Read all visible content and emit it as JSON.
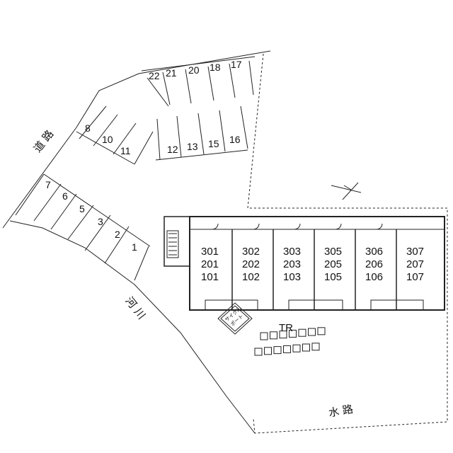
{
  "labels": {
    "road": "道 路",
    "river": "河 川",
    "waterway": "水 路",
    "tr": "TR",
    "cycle_port_line1": "サイクル",
    "cycle_port_line2": "ポート"
  },
  "parking_spots": [
    "22",
    "21",
    "20",
    "18",
    "17",
    "12",
    "13",
    "15",
    "16",
    "8",
    "10",
    "11",
    "7",
    "6",
    "5",
    "3",
    "2",
    "1"
  ],
  "units": [
    {
      "floor3": "301",
      "floor2": "201",
      "floor1": "101"
    },
    {
      "floor3": "302",
      "floor2": "202",
      "floor1": "102"
    },
    {
      "floor3": "303",
      "floor2": "203",
      "floor1": "103"
    },
    {
      "floor3": "305",
      "floor2": "205",
      "floor1": "105"
    },
    {
      "floor3": "306",
      "floor2": "206",
      "floor1": "106"
    },
    {
      "floor3": "307",
      "floor2": "207",
      "floor1": "107"
    }
  ],
  "bicycle_slot_count": 14,
  "north_marker_icon": "north-arrow-icon"
}
